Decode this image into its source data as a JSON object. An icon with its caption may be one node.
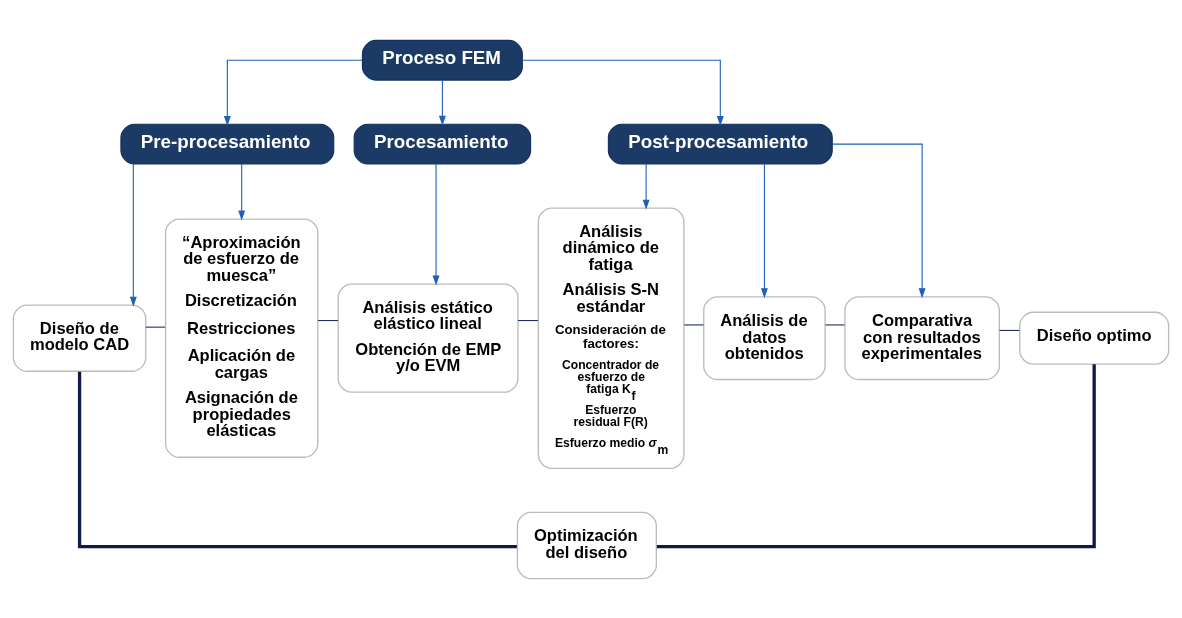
{
  "diagram": {
    "nodes": [
      {
        "text": [
          "Proceso FEM"
        ]
      },
      {
        "text": [
          "Pre-procesamiento"
        ]
      },
      {
        "text": [
          "Procesamiento"
        ]
      },
      {
        "text": [
          "Post-procesamiento"
        ]
      },
      {
        "text": [
          "Diseño de modelo CAD"
        ]
      },
      {
        "text": [
          "“Aproximación de esfuerzo de muesca”",
          "Discretización",
          "Restricciones",
          "Aplicación de cargas",
          "Asignación de propiedades elásticas"
        ]
      },
      {
        "text": [
          "Análisis estático elástico lineal",
          "Obtención de EMP y/o EVM"
        ]
      },
      {
        "text": [
          "Análisis dinámico de fatiga",
          "Análisis S-N estándar",
          "Consideración de factores:",
          "Concentrador de esfuerzo de fatiga K$_{f}$",
          "Esfuerzo residual F(R)",
          "Esfuerzo medio *σ*$_{m}$"
        ]
      },
      {
        "text": [
          "Análisis de datos obtenidos"
        ]
      },
      {
        "text": [
          "Comparativa con resultados experimentales"
        ]
      },
      {
        "text": [
          "Diseño optimo"
        ]
      },
      {
        "text": [
          "Optimización del diseño"
        ]
      }
    ],
    "edges": [
      {
        "from": 0,
        "to": 1,
        "arrow": "to"
      },
      {
        "from": 0,
        "to": 2,
        "arrow": "to"
      },
      {
        "from": 0,
        "to": 3,
        "arrow": "to"
      },
      {
        "from": 1,
        "to": 4,
        "arrow": "to"
      },
      {
        "from": 1,
        "to": 5,
        "arrow": "to"
      },
      {
        "from": 2,
        "to": 6,
        "arrow": "to"
      },
      {
        "from": 3,
        "to": 7,
        "arrow": "to"
      },
      {
        "from": 3,
        "to": 8,
        "arrow": "to"
      },
      {
        "from": 3,
        "to": 9,
        "arrow": "to"
      },
      {
        "from": 4,
        "to": 5,
        "arrow": "none",
        "color": "#1f2f5f"
      },
      {
        "from": 5,
        "to": 6,
        "arrow": "none",
        "color": "#1f2f5f"
      },
      {
        "from": 6,
        "to": 7,
        "arrow": "none",
        "color": "#1f2f5f"
      },
      {
        "from": 7,
        "to": 8,
        "arrow": "none",
        "color": "#1f2f5f"
      },
      {
        "from": 8,
        "to": 9,
        "arrow": "none",
        "color": "#1f2f5f"
      },
      {
        "from": 9,
        "to": 10,
        "arrow": "none",
        "color": "#1f2f5f"
      },
      {
        "from": 4,
        "to": 11,
        "arrow": "none",
        "style": "thick",
        "color": "#0f1a4a"
      },
      {
        "from": 10,
        "to": 11,
        "arrow": "none",
        "style": "thick",
        "color": "#0f1a4a"
      }
    ]
  }
}
